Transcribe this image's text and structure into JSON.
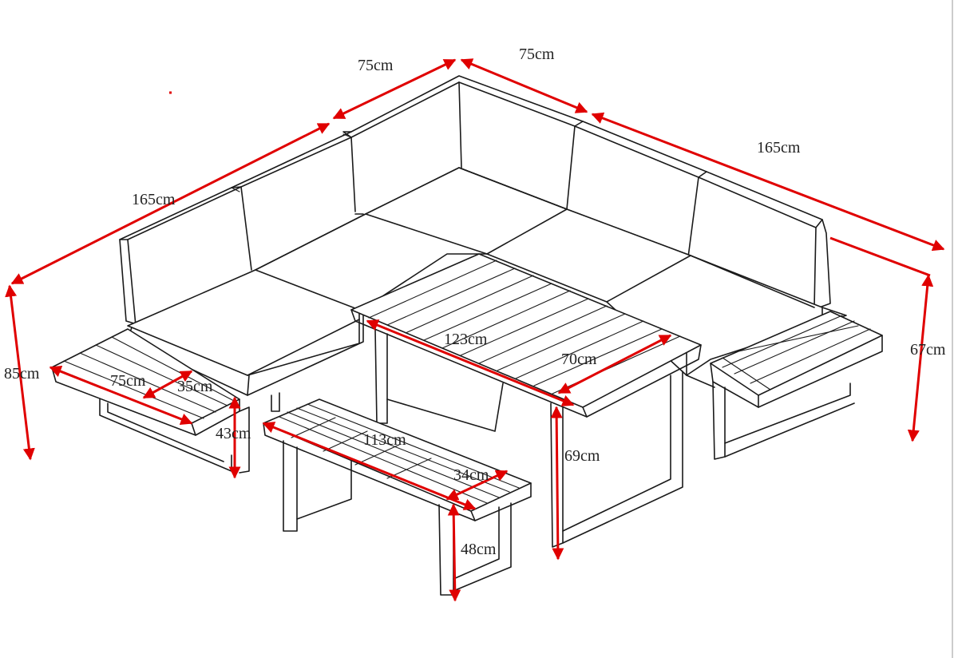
{
  "dimensions": {
    "sofa_left_length": "165cm",
    "corner_left_depth": "75cm",
    "corner_right_depth": "75cm",
    "sofa_right_length": "165cm",
    "overall_height_left": "85cm",
    "overall_height_right": "67cm",
    "side_table_length": "75cm",
    "side_table_width": "35cm",
    "side_table_height": "43cm",
    "table_length": "123cm",
    "table_width": "70cm",
    "table_height": "69cm",
    "bench_length": "113cm",
    "bench_width": "34cm",
    "bench_height": "48cm"
  },
  "colors": {
    "dimension_arrow": "#e00000",
    "line_art": "#1a1a1a",
    "background": "#ffffff"
  }
}
